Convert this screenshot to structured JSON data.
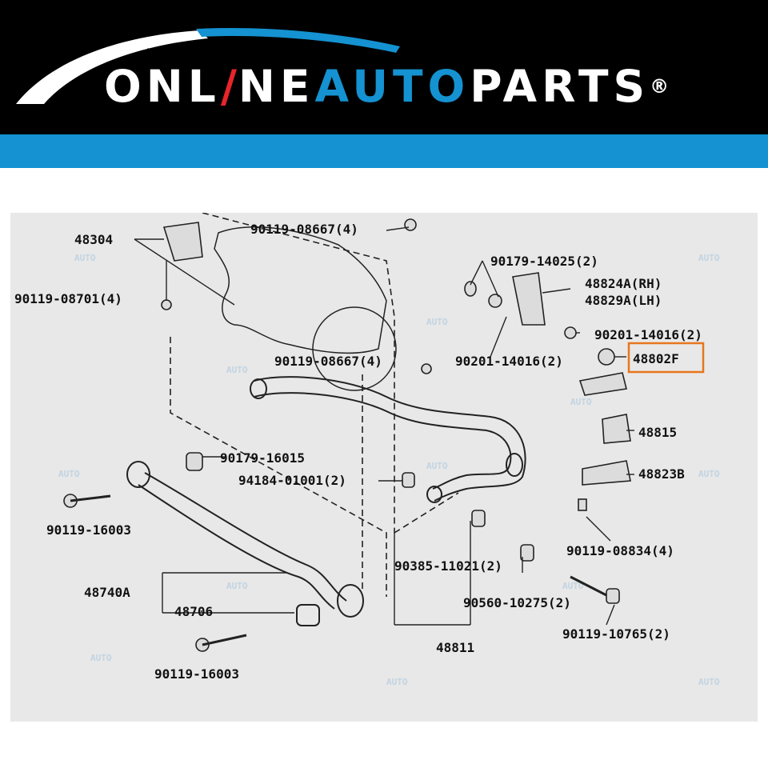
{
  "brand": {
    "name_white_1": "ONL",
    "name_white_2": "NE",
    "name_blue": "AUTO",
    "name_white_3": "PARTS",
    "registered": "®",
    "colors": {
      "banner": "#000000",
      "accent_blue": "#1492d1",
      "accent_red": "#e8242b",
      "highlight": "#e8761e"
    }
  },
  "diagram": {
    "labels": {
      "p48304": "48304",
      "p90119_08701": "90119-08701(4)",
      "p90119_08667_top": "90119-08667(4)",
      "p90179_14025": "90179-14025(2)",
      "p48824a": "48824A(RH)",
      "p48829a": "48829A(LH)",
      "p90201_14016_a": "90201-14016(2)",
      "p90119_08667_mid": "90119-08667(4)",
      "p90201_14016_b": "90201-14016(2)",
      "p48802f": "48802F",
      "p48815": "48815",
      "p90179_16015": "90179-16015",
      "p94184_01001": "94184-01001(2)",
      "p48823b": "48823B",
      "p90119_16003_a": "90119-16003",
      "p90119_08834": "90119-08834(4)",
      "p90385_11021": "90385-11021(2)",
      "p48740a": "48740A",
      "p48706": "48706",
      "p90560_10275": "90560-10275(2)",
      "p90119_10765": "90119-10765(2)",
      "p48811": "48811",
      "p90119_16003_b": "90119-16003"
    },
    "watermark": "AUTO"
  }
}
